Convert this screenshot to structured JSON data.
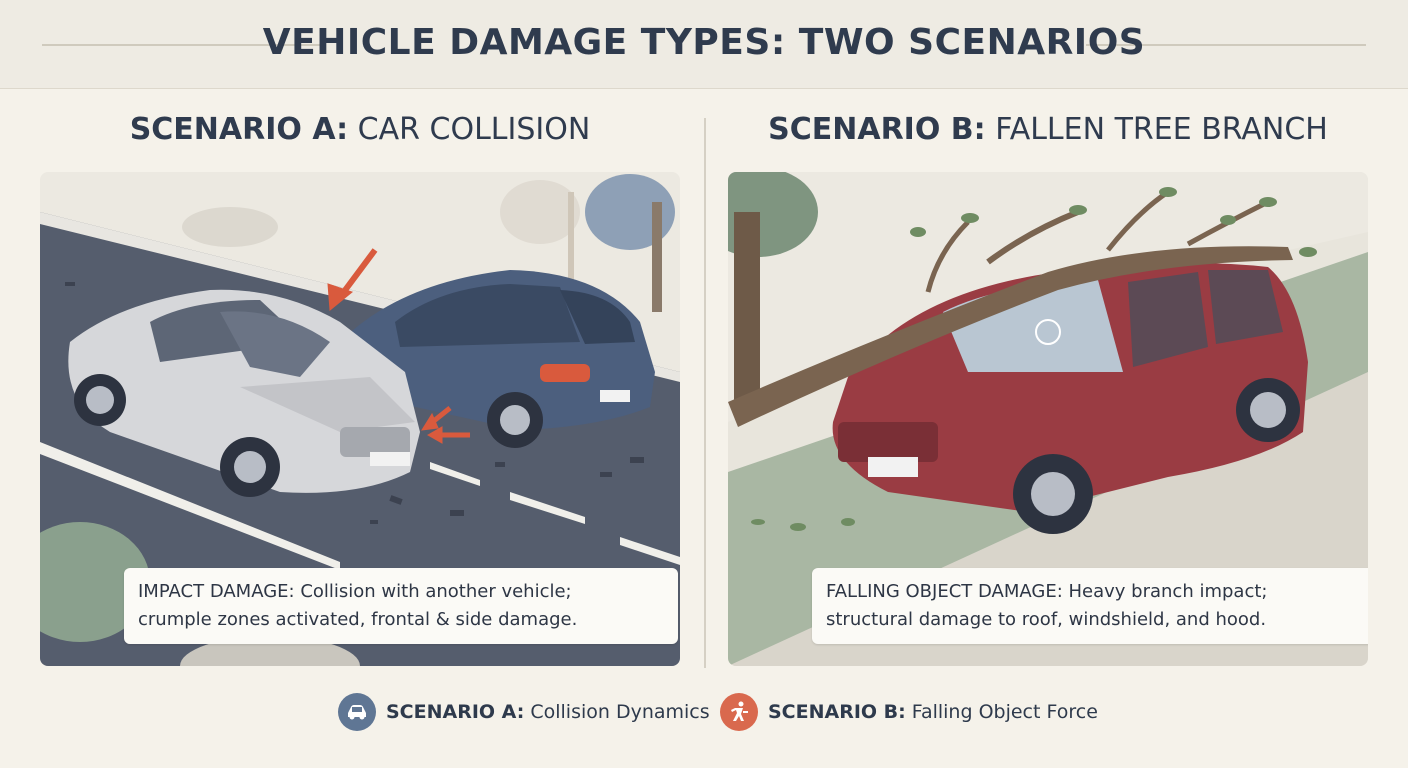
{
  "title": "VEHICLE DAMAGE TYPES: TWO SCENARIOS",
  "scenario_a": {
    "title_bold": "SCENARIO A:",
    "title_rest": "CAR COLLISION",
    "caption_line1": "IMPACT DAMAGE: Collision with another vehicle;",
    "caption_line2": "crumple zones activated, frontal & side damage."
  },
  "scenario_b": {
    "title_bold": "SCENARIO B:",
    "title_rest": "FALLEN TREE BRANCH",
    "caption_line1": "FALLING OBJECT DAMAGE: Heavy branch impact;",
    "caption_line2": "structural damage to roof, windshield, and hood."
  },
  "legend": {
    "a_bold": "SCENARIO A:",
    "a_text": "Collision Dynamics",
    "a_icon": "car-icon",
    "a_color": "#5f7694",
    "b_bold": "SCENARIO B:",
    "b_text": "Falling Object Force",
    "b_icon": "falling-person-icon",
    "b_color": "#d9694e"
  },
  "colors": {
    "background": "#f5f2ea",
    "title_text": "#2f3b4e",
    "silver_car": "#d6d7da",
    "blue_car": "#4c5f7e",
    "red_suv": "#9a3c43",
    "impact_arrows": "#d95a3d"
  }
}
